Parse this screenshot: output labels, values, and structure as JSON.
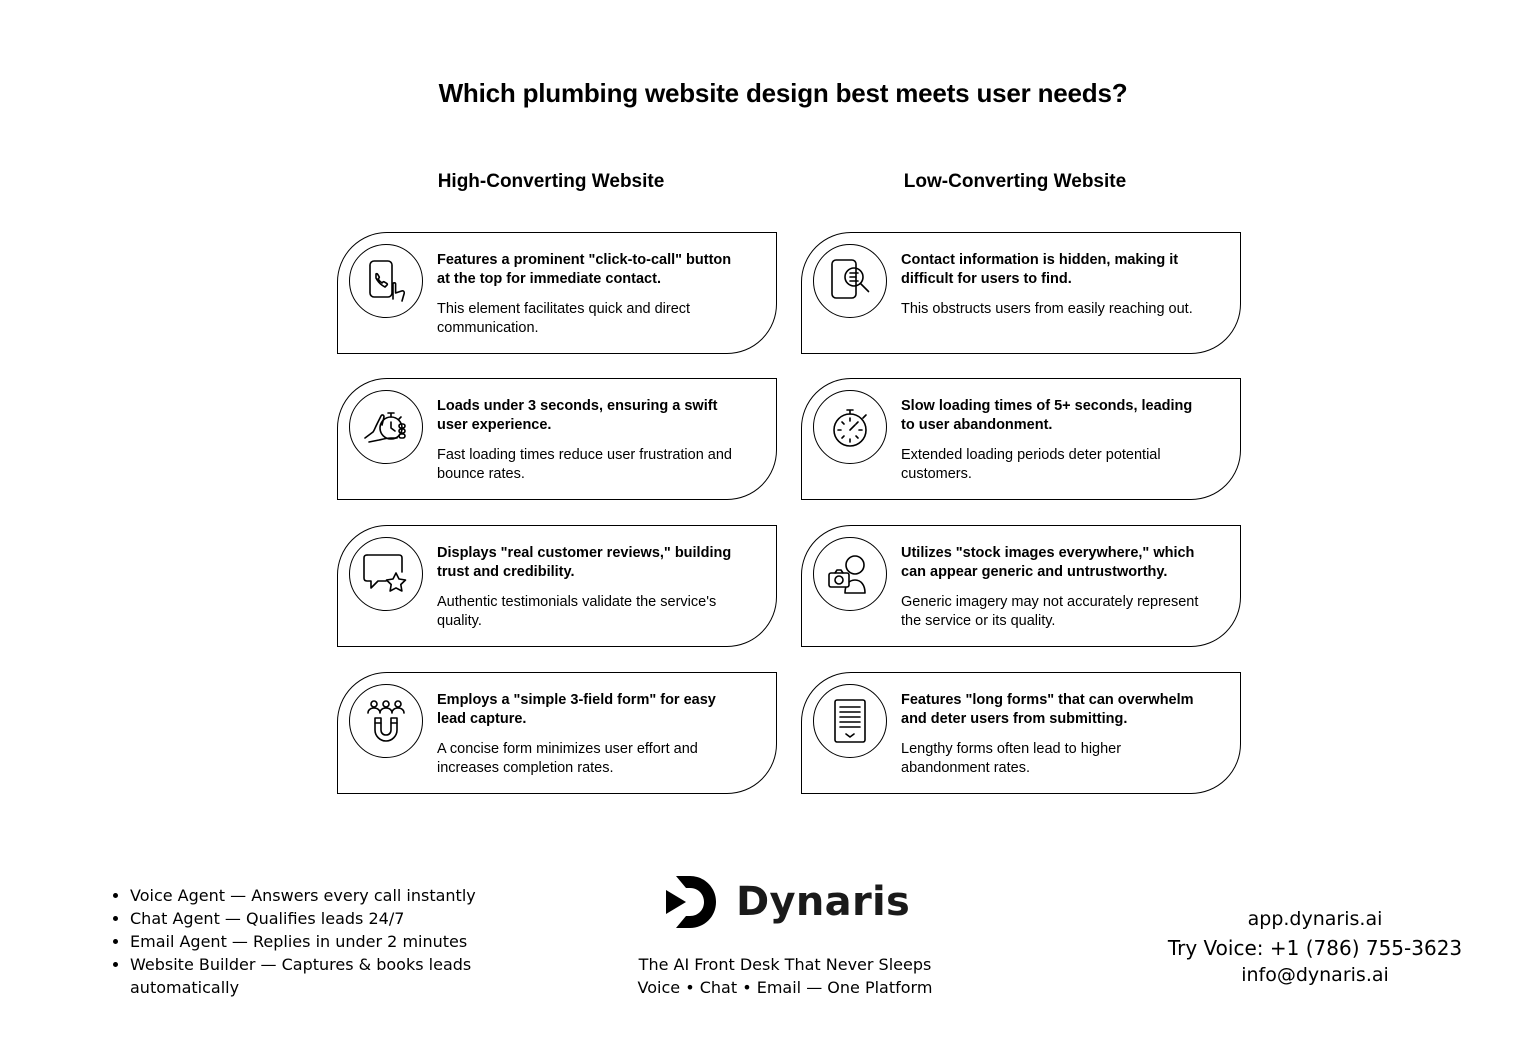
{
  "title": "Which plumbing website design best meets user needs?",
  "left_column": {
    "heading": "High-Converting Website",
    "cards": [
      {
        "icon": "phone-tap-icon",
        "headline": "Features a prominent \"click-to-call\" button at the top for immediate contact.",
        "body": "This element facilitates quick and direct communication."
      },
      {
        "icon": "hand-stopwatch-icon",
        "headline": "Loads under 3 seconds, ensuring a swift user experience.",
        "body": "Fast loading times reduce user frustration and bounce rates."
      },
      {
        "icon": "review-star-icon",
        "headline": "Displays \"real customer reviews,\" building trust and credibility.",
        "body": "Authentic testimonials validate the service's quality."
      },
      {
        "icon": "lead-magnet-icon",
        "headline": "Employs a \"simple 3-field form\" for easy lead capture.",
        "body": "A concise form minimizes user effort and increases completion rates."
      }
    ]
  },
  "right_column": {
    "heading": "Low-Converting Website",
    "cards": [
      {
        "icon": "document-search-icon",
        "headline": "Contact information is hidden, making it difficult for users to find.",
        "body": "This obstructs users from easily reaching out."
      },
      {
        "icon": "stopwatch-icon",
        "headline": "Slow loading times of 5+ seconds, leading to user abandonment.",
        "body": "Extended loading periods deter potential customers."
      },
      {
        "icon": "camera-person-icon",
        "headline": "Utilizes \"stock images everywhere,\" which can appear generic and untrustworthy.",
        "body": "Generic imagery may not accurately represent the service or its quality."
      },
      {
        "icon": "long-form-icon",
        "headline": "Features \"long forms\" that can overwhelm and deter users from submitting.",
        "body": "Lengthy forms often lead to higher abandonment rates."
      }
    ]
  },
  "footer": {
    "features": [
      "Voice Agent — Answers every call instantly",
      "Chat Agent — Qualifies leads 24/7",
      "Email Agent — Replies in under 2 minutes",
      " Website Builder — Captures & books leads automatically"
    ],
    "brand": "Dynaris",
    "tagline_1": "The AI Front Desk That Never Sleeps",
    "tagline_2": "Voice • Chat • Email — One Platform",
    "website": "app.dynaris.ai",
    "phone": "Try Voice: +1 (786) 755-3623",
    "email": "info@dynaris.ai"
  }
}
